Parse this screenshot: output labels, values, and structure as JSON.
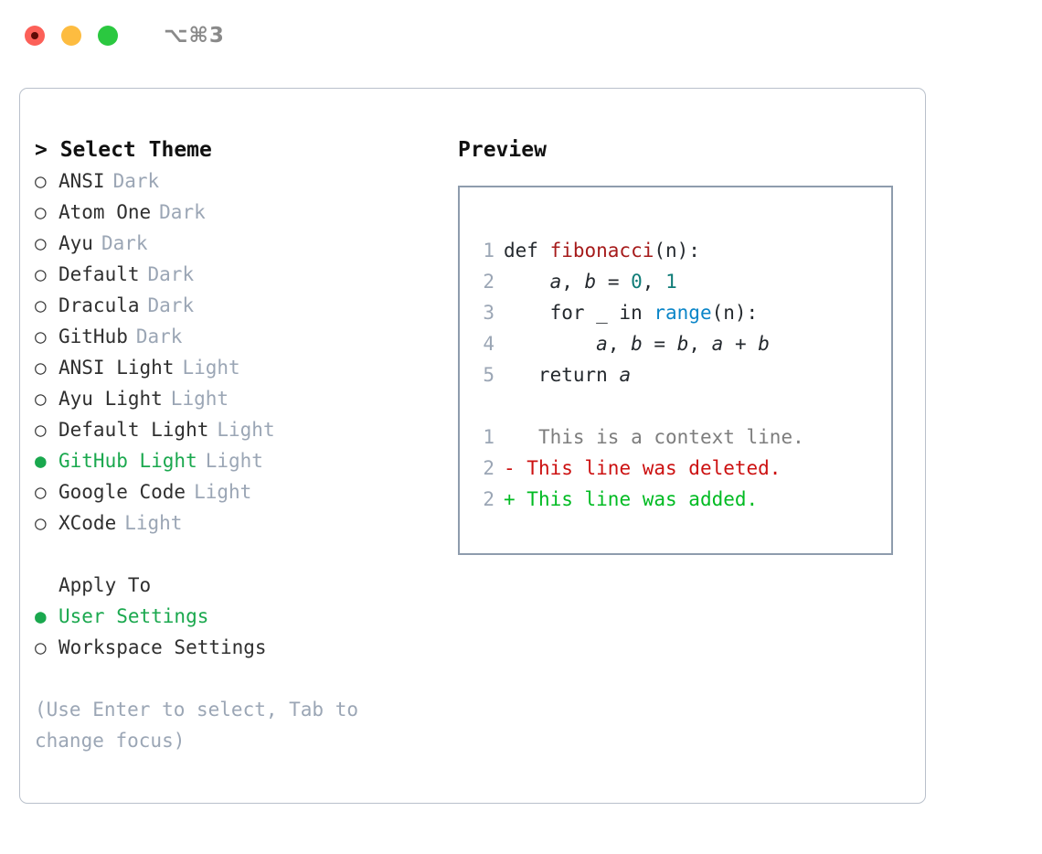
{
  "titlebar": {
    "shortcut": "⌥⌘3",
    "buttons": [
      {
        "name": "close",
        "color": "#fc6058"
      },
      {
        "name": "minimize",
        "color": "#fdbc40"
      },
      {
        "name": "maximize",
        "color": "#2bc840"
      }
    ]
  },
  "theme_panel": {
    "header": "> Select Theme",
    "themes": [
      {
        "bullet": "○",
        "name": "ANSI",
        "tag": "Dark",
        "selected": false
      },
      {
        "bullet": "○",
        "name": "Atom One",
        "tag": "Dark",
        "selected": false
      },
      {
        "bullet": "○",
        "name": "Ayu",
        "tag": "Dark",
        "selected": false
      },
      {
        "bullet": "○",
        "name": "Default",
        "tag": "Dark",
        "selected": false
      },
      {
        "bullet": "○",
        "name": "Dracula",
        "tag": "Dark",
        "selected": false
      },
      {
        "bullet": "○",
        "name": "GitHub",
        "tag": "Dark",
        "selected": false
      },
      {
        "bullet": "○",
        "name": "ANSI Light",
        "tag": "Light",
        "selected": false
      },
      {
        "bullet": "○",
        "name": "Ayu Light",
        "tag": "Light",
        "selected": false
      },
      {
        "bullet": "○",
        "name": "Default Light",
        "tag": "Light",
        "selected": false
      },
      {
        "bullet": "●",
        "name": "GitHub Light",
        "tag": "Light",
        "selected": true
      },
      {
        "bullet": "○",
        "name": "Google Code",
        "tag": "Light",
        "selected": false
      },
      {
        "bullet": "○",
        "name": "XCode",
        "tag": "Light",
        "selected": false
      }
    ],
    "apply_to": {
      "label": "Apply To",
      "options": [
        {
          "bullet": "●",
          "name": "User Settings",
          "selected": true
        },
        {
          "bullet": "○",
          "name": "Workspace Settings",
          "selected": false
        }
      ]
    },
    "hint": "(Use Enter to select, Tab to change focus)"
  },
  "preview": {
    "title": "Preview",
    "code_lines": [
      {
        "n": "1",
        "tokens": [
          {
            "t": "def ",
            "c": "kw"
          },
          {
            "t": "fibonacci",
            "c": "fn"
          },
          {
            "t": "(n):",
            "c": "plain"
          }
        ]
      },
      {
        "n": "2",
        "tokens": [
          {
            "t": "    ",
            "c": "plain"
          },
          {
            "t": "a",
            "c": "var"
          },
          {
            "t": ", ",
            "c": "plain"
          },
          {
            "t": "b",
            "c": "var"
          },
          {
            "t": " = ",
            "c": "plain"
          },
          {
            "t": "0",
            "c": "num"
          },
          {
            "t": ", ",
            "c": "plain"
          },
          {
            "t": "1",
            "c": "num"
          }
        ]
      },
      {
        "n": "3",
        "tokens": [
          {
            "t": "    for _ in ",
            "c": "plain"
          },
          {
            "t": "range",
            "c": "builtin"
          },
          {
            "t": "(n):",
            "c": "plain"
          }
        ]
      },
      {
        "n": "4",
        "tokens": [
          {
            "t": "        ",
            "c": "plain"
          },
          {
            "t": "a",
            "c": "var"
          },
          {
            "t": ", ",
            "c": "plain"
          },
          {
            "t": "b",
            "c": "var"
          },
          {
            "t": " = ",
            "c": "plain"
          },
          {
            "t": "b",
            "c": "var"
          },
          {
            "t": ", ",
            "c": "plain"
          },
          {
            "t": "a",
            "c": "var"
          },
          {
            "t": " + ",
            "c": "plain"
          },
          {
            "t": "b",
            "c": "var"
          }
        ]
      },
      {
        "n": "5",
        "tokens": [
          {
            "t": "   return ",
            "c": "plain"
          },
          {
            "t": "a",
            "c": "var"
          }
        ]
      }
    ],
    "diff_lines": [
      {
        "n": "1",
        "marker": " ",
        "text": "  This is a context line.",
        "kind": "ctx"
      },
      {
        "n": "2",
        "marker": "-",
        "text": " This line was deleted.",
        "kind": "del"
      },
      {
        "n": "2",
        "marker": "+",
        "text": " This line was added.",
        "kind": "add"
      }
    ]
  },
  "colors": {
    "accent_green": "#1aa84e",
    "tag_gray": "#9ba6b5",
    "diff_delete": "#cc1111",
    "diff_add": "#00bb22",
    "panel_border": "#b9c0cb",
    "preview_border": "#8e9cad"
  }
}
